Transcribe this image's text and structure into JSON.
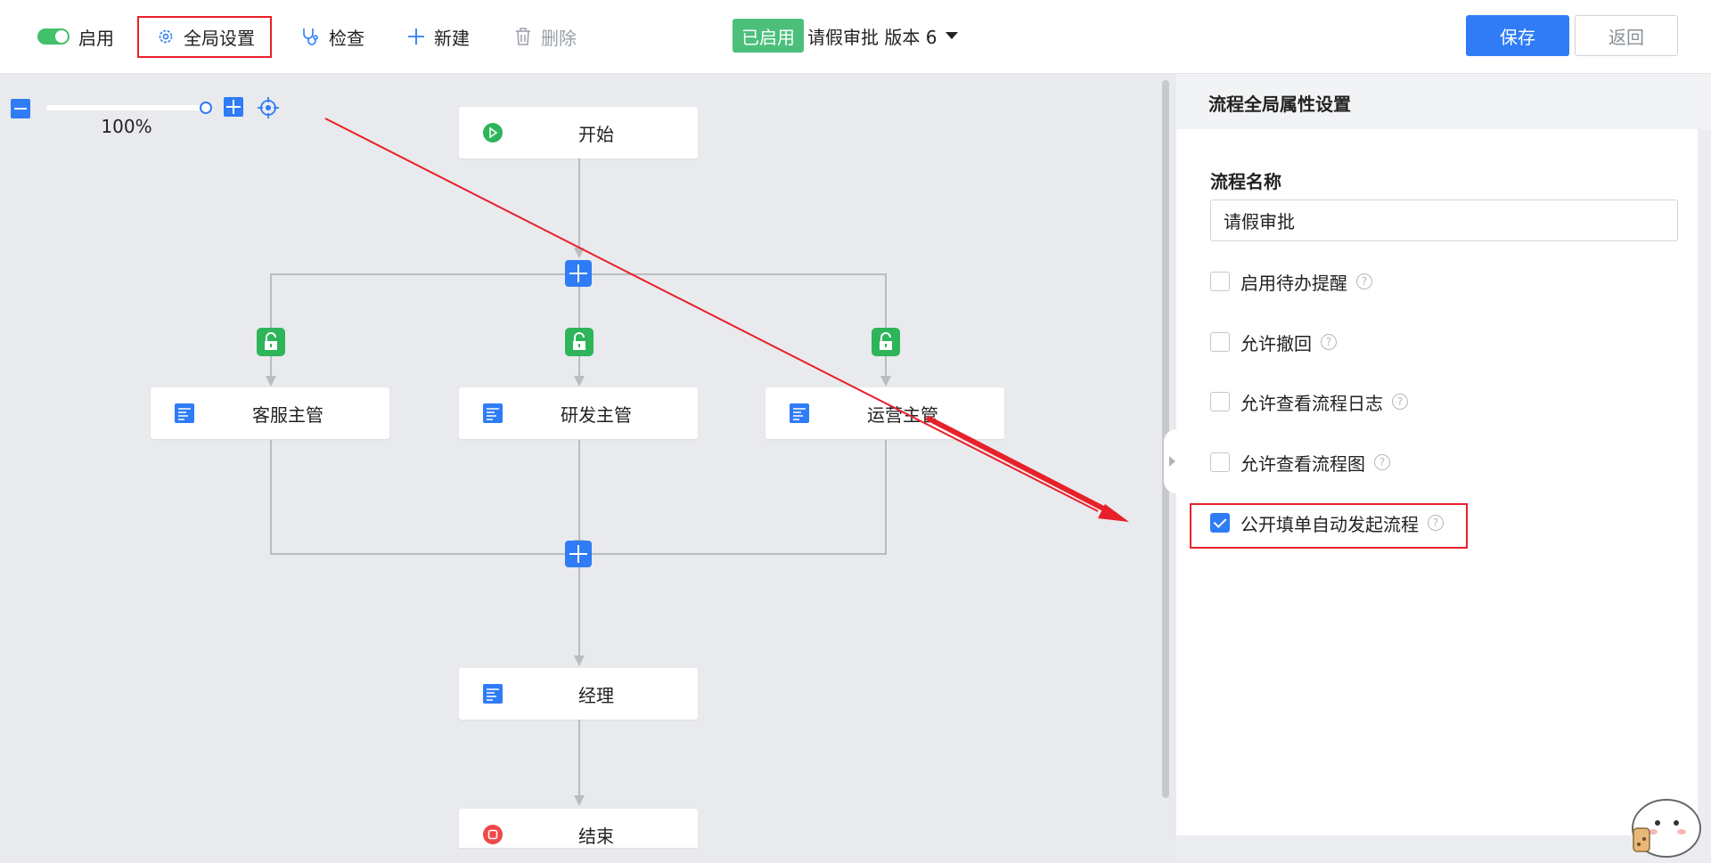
{
  "toolbar": {
    "enable_label": "启用",
    "global_settings_label": "全局设置",
    "check_label": "检查",
    "new_label": "新建",
    "delete_label": "删除",
    "status_badge": "已启用",
    "flow_version_label": "请假审批 版本 6",
    "save_label": "保存",
    "back_label": "返回"
  },
  "zoom": {
    "value": "100%"
  },
  "flow": {
    "start": "开始",
    "branches": [
      "客服主管",
      "研发主管",
      "运营主管"
    ],
    "manager": "经理",
    "end": "结束"
  },
  "panel": {
    "title": "流程全局属性设置",
    "name_label": "流程名称",
    "name_value": "请假审批",
    "options": [
      {
        "label": "启用待办提醒",
        "checked": false
      },
      {
        "label": "允许撤回",
        "checked": false
      },
      {
        "label": "允许查看流程日志",
        "checked": false
      },
      {
        "label": "允许查看流程图",
        "checked": false
      },
      {
        "label": "公开填单自动发起流程",
        "checked": true
      }
    ]
  },
  "colors": {
    "primary": "#2f7cf6",
    "success": "#4cc07b",
    "highlight": "#e8202a",
    "canvas_bg": "#e9eaed"
  }
}
